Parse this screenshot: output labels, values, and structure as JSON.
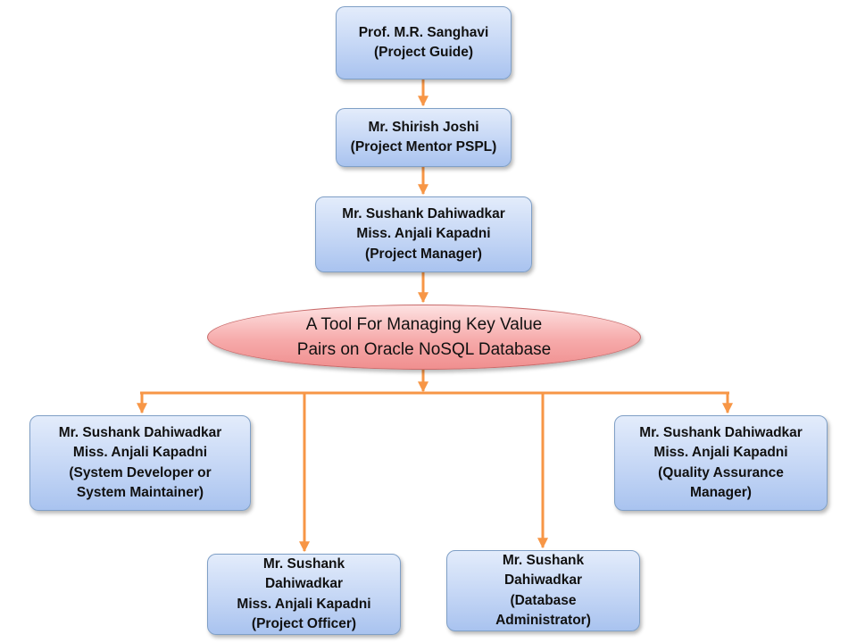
{
  "diagram": {
    "guide": {
      "lines": [
        "Prof. M.R. Sanghavi",
        "(Project Guide)"
      ]
    },
    "mentor": {
      "lines": [
        "Mr. Shirish Joshi",
        "(Project Mentor PSPL)"
      ]
    },
    "manager": {
      "lines": [
        "Mr. Sushank Dahiwadkar",
        "Miss. Anjali Kapadni",
        "(Project Manager)"
      ]
    },
    "project": {
      "lines": [
        "A Tool For Managing Key Value",
        "Pairs on Oracle NoSQL Database"
      ]
    },
    "developer": {
      "lines": [
        "Mr. Sushank Dahiwadkar",
        "Miss. Anjali Kapadni",
        "(System Developer or",
        "System Maintainer)"
      ]
    },
    "officer": {
      "lines": [
        "Mr. Sushank",
        "Dahiwadkar",
        "Miss. Anjali Kapadni",
        "(Project Officer)"
      ]
    },
    "dba": {
      "lines": [
        "Mr. Sushank",
        "Dahiwadkar",
        "(Database",
        "Administrator)"
      ]
    },
    "qa": {
      "lines": [
        "Mr. Sushank Dahiwadkar",
        "Miss. Anjali Kapadni",
        "(Quality Assurance",
        "Manager)"
      ]
    }
  },
  "colors": {
    "connector": "#f79646",
    "node_border": "#7f9fc6",
    "ellipse_border": "#c96b6b"
  }
}
